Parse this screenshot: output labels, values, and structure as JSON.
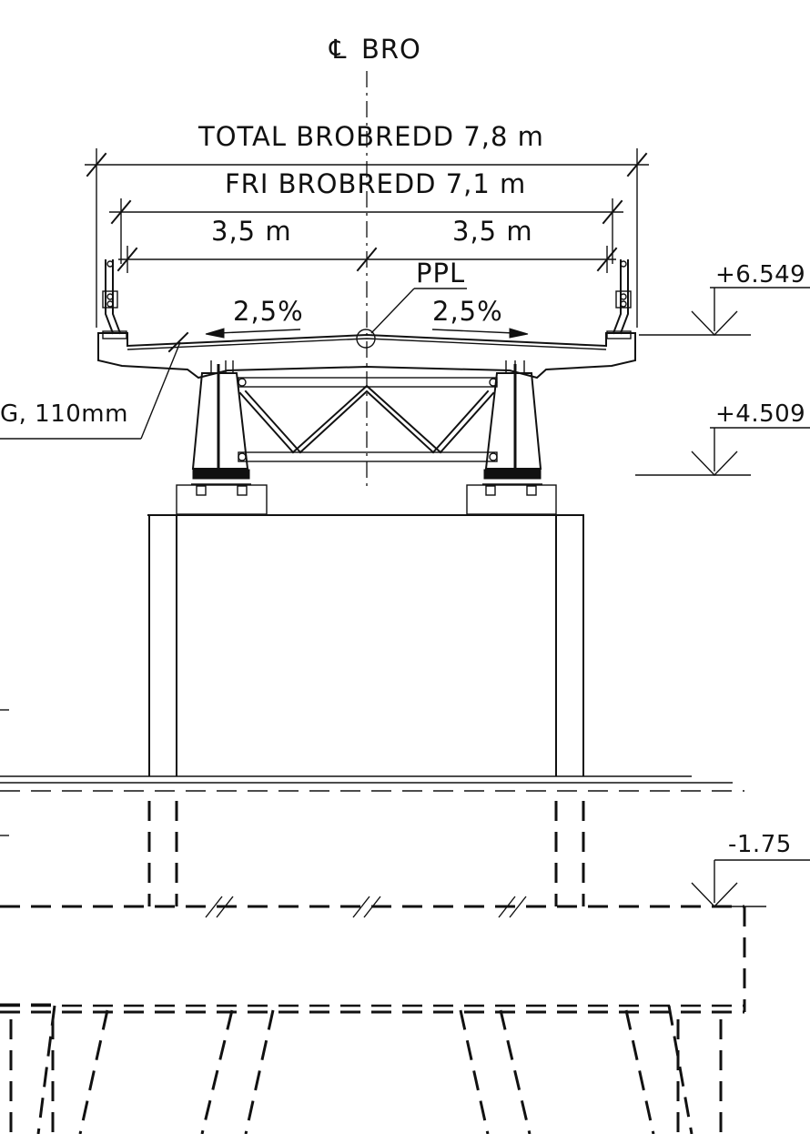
{
  "labels": {
    "centerline_symbol": "℄",
    "centerline": "BRO",
    "total_width": "TOTAL BROBREDD 7,8 m",
    "free_width": "FRI BROBREDD 7,1 m",
    "lane_left": "3,5 m",
    "lane_right": "3,5 m",
    "slope_left": "2,5%",
    "slope_right": "2,5%",
    "ppl": "PPL",
    "deck_note": "G, 110mm"
  },
  "levels": {
    "top": "+6.549",
    "bearing": "+4.509",
    "foundation": "-1.75"
  }
}
